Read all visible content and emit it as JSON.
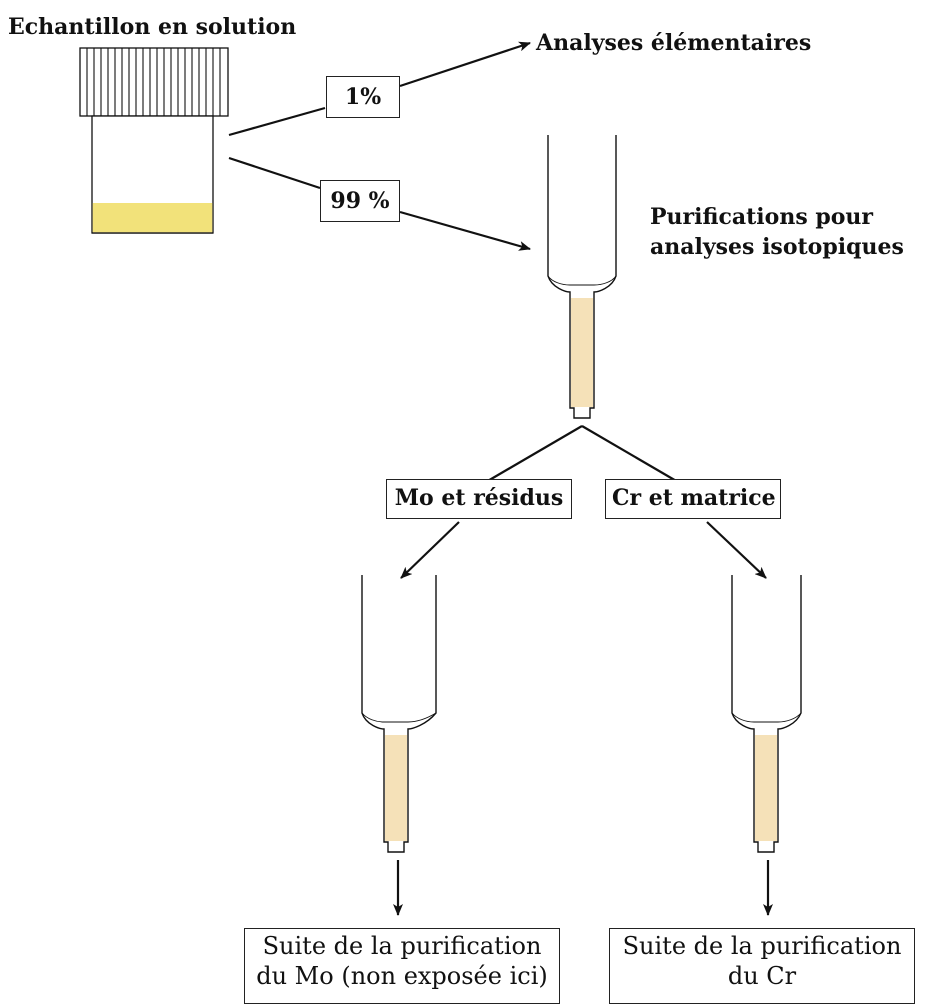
{
  "sample": {
    "title": "Echantillon en solution"
  },
  "split": {
    "elemental_pct": "1%",
    "isotopic_pct": "99 %"
  },
  "targets": {
    "elemental": "Analyses élémentaires",
    "isotopic_line1": "Purifications pour",
    "isotopic_line2": "analyses isotopiques"
  },
  "fractions": {
    "left": "Mo et résidus",
    "right": "Cr et matrice"
  },
  "outcomes": {
    "mo_line1": "Suite de la purification",
    "mo_line2": "du Mo (non exposée ici)",
    "cr_line1": "Suite de la purification",
    "cr_line2": "du Cr"
  },
  "colors": {
    "solution": "#f2e27a",
    "resin": "#f5e1b8",
    "stroke": "#111111"
  }
}
